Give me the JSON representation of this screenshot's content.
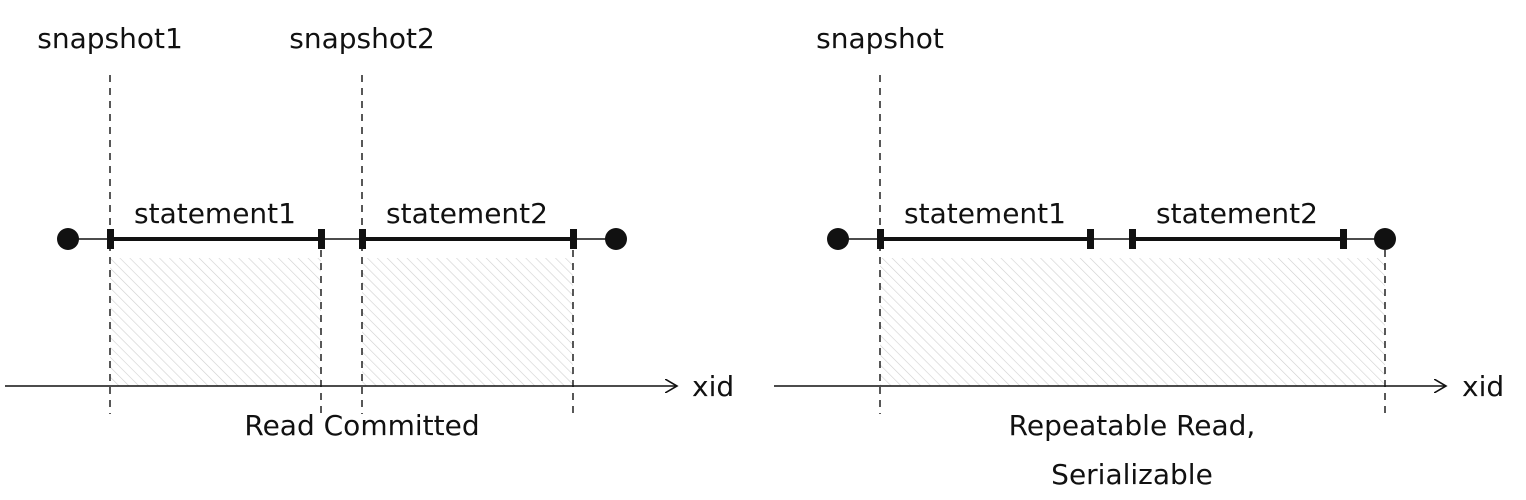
{
  "left": {
    "snapshot1_label": "snapshot1",
    "snapshot2_label": "snapshot2",
    "statement1_label": "statement1",
    "statement2_label": "statement2",
    "axis_label": "xid",
    "caption": "Read Committed"
  },
  "right": {
    "snapshot_label": "snapshot",
    "statement1_label": "statement1",
    "statement2_label": "statement2",
    "axis_label": "xid",
    "caption_line1": "Repeatable Read,",
    "caption_line2": "Serializable"
  },
  "colors": {
    "ink": "#111111",
    "hatch": "#cfcfcf"
  }
}
